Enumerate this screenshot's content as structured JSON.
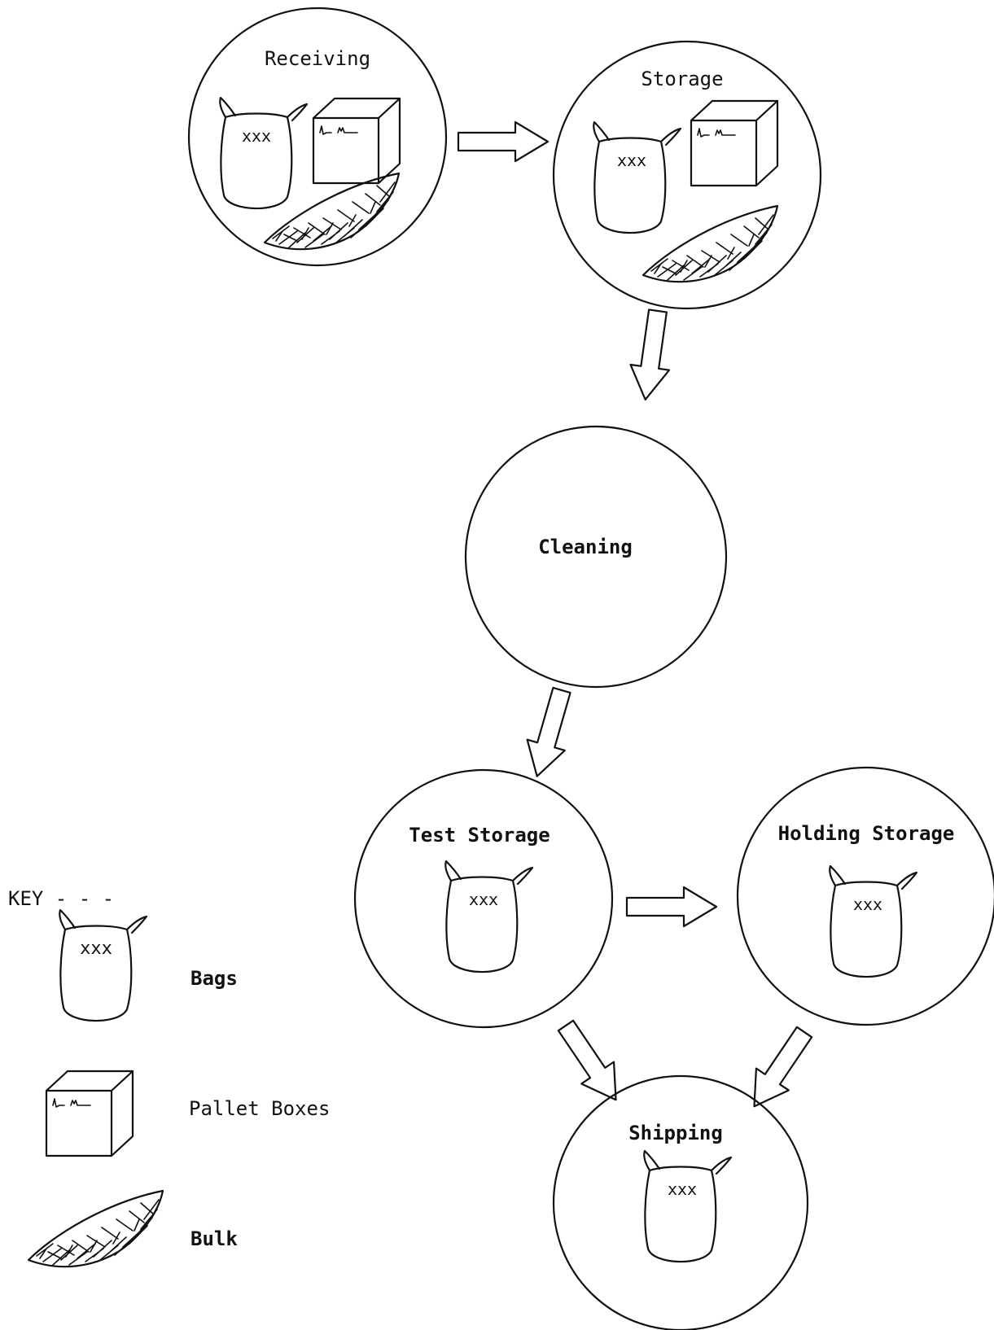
{
  "stages": {
    "receiving": "Receiving",
    "storage": "Storage",
    "cleaning": "Cleaning",
    "test_storage": "Test Storage",
    "holding_storage": "Holding Storage",
    "shipping": "Shipping"
  },
  "key": {
    "title": "KEY - - -",
    "bags": "Bags",
    "pallet_boxes": "Pallet Boxes",
    "bulk": "Bulk"
  },
  "bag_mark": "xxx",
  "colors": {
    "ink": "#111111",
    "paper": "#ffffff"
  }
}
